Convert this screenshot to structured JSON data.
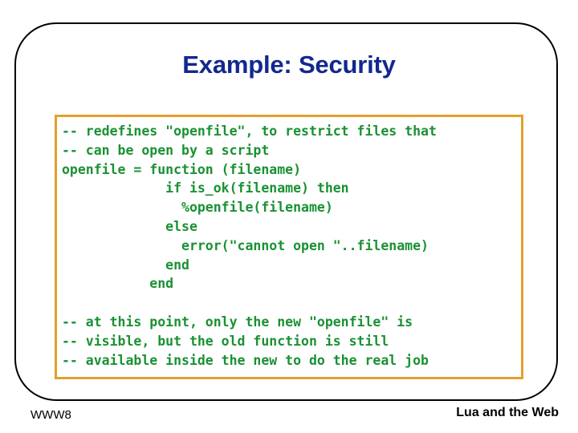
{
  "slide": {
    "title": "Example: Security",
    "title_color": "#12288e",
    "frame_color": "#000000"
  },
  "code_block": {
    "border_color": "#e3a02c",
    "text_color": "#1a9133",
    "language": "lua",
    "lines": [
      "-- redefines \"openfile\", to restrict files that",
      "-- can be open by a script",
      "openfile = function (filename)",
      "             if is_ok(filename) then",
      "               %openfile(filename)",
      "             else",
      "               error(\"cannot open \"..filename)",
      "             end",
      "           end",
      "",
      "-- at this point, only the new \"openfile\" is",
      "-- visible, but the old function is still",
      "-- available inside the new to do the real job"
    ],
    "text": "-- redefines \"openfile\", to restrict files that\n-- can be open by a script\nopenfile = function (filename)\n             if is_ok(filename) then\n               %openfile(filename)\n             else\n               error(\"cannot open \"..filename)\n             end\n           end\n\n-- at this point, only the new \"openfile\" is\n-- visible, but the old function is still\n-- available inside the new to do the real job"
  },
  "footer": {
    "left": "WWW8",
    "right": "Lua and the Web"
  }
}
